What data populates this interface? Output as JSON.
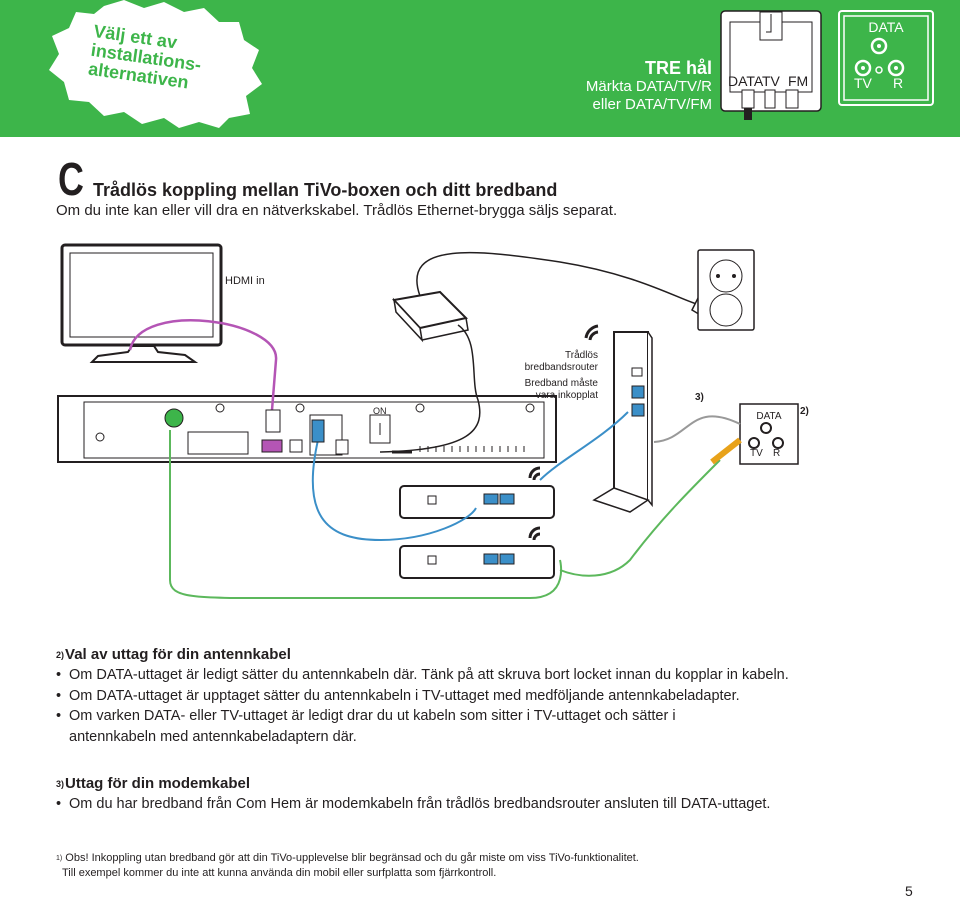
{
  "header": {
    "starburst_text": "Välj ett av installations-alternativen",
    "tre_title": "TRE hål",
    "tre_line1": "Märkta DATA/TV/R",
    "tre_line2": "eller DATA/TV/FM",
    "outlet1_labels": [
      "DATA",
      "TV",
      "FM"
    ],
    "outlet2_labels": {
      "top": "DATA",
      "left": "TV",
      "right": "R"
    },
    "bg_color": "#3db54a"
  },
  "section": {
    "letter": "C",
    "title": "Trådlös koppling mellan TiVo-boxen och ditt bredband",
    "subtitle": "Om du inte kan eller vill dra en nätverkskabel. Trådlös Ethernet-brygga säljs separat."
  },
  "diagram": {
    "hdmi_label": "HDMI in",
    "router_line1": "Trådlös",
    "router_line2": "bredbandsrouter",
    "router_line3": "Bredband måste",
    "router_line4": "vara inkopplat",
    "on_label": "ON",
    "footnote3": "3)",
    "footnote2": "2)",
    "outlet_data": "DATA",
    "outlet_tv": "TV",
    "outlet_r": "R",
    "icons": [
      "wifi-icon",
      "power-socket-icon",
      "tv-icon",
      "router-icon",
      "bridge-icon"
    ],
    "cable_colors": {
      "hdmi": "#b455b5",
      "ethernet": "#3b8fc8",
      "antenna": "#5cb85c",
      "power": "#231f20"
    }
  },
  "antenna": {
    "sup": "2)",
    "heading": "Val av uttag för din antennkabel",
    "bullets": [
      "Om DATA-uttaget är ledigt sätter du antennkabeln där. Tänk på att skruva bort locket innan du kopplar in kabeln.",
      "Om DATA-uttaget är upptaget sätter du antennkabeln i TV-uttaget med medföljande antennkabeladapter.",
      "Om varken DATA- eller TV-uttaget är ledigt drar du ut kabeln som sitter i TV-uttaget och sätter i antennkabeln med antennkabeladaptern där."
    ]
  },
  "modem": {
    "sup": "3)",
    "heading": "Uttag för din modemkabel",
    "bullets": [
      "Om du har bredband från Com Hem är modemkabeln från trådlös bredbandsrouter ansluten till DATA-uttaget."
    ]
  },
  "footnote": {
    "sup": "1)",
    "line1": "Obs! Inkoppling utan bredband gör att din TiVo-upplevelse blir begränsad och du går miste om viss TiVo-funktionalitet.",
    "line2": "Till exempel kommer du inte att kunna använda din mobil eller surfplatta som fjärrkontroll."
  },
  "page_number": "5"
}
